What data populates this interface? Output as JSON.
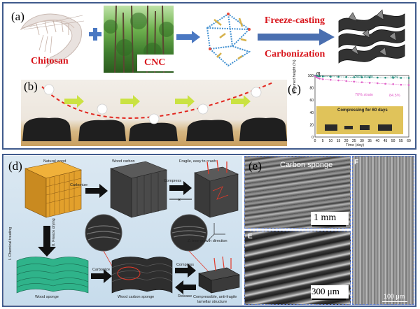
{
  "panels": {
    "a": {
      "tag": "(a)",
      "chitosan": "Chitosan",
      "cnc": "CNC",
      "freeze": "Freeze-casting",
      "carbon": "Carbonization"
    },
    "b": {
      "tag": "(b)"
    },
    "c_top": {
      "tag": "(c)",
      "sub": "(f)",
      "ylabel": "Retained height (%)",
      "xlabel": "Time (day)",
      "s50": "50% strain",
      "s70": "70% strain",
      "v50": "96%",
      "v70": "84.5%",
      "inset": "Compressing for 60 days"
    },
    "d": {
      "tag": "(d)",
      "natural": "Natural wood",
      "woodcarbon": "Wood carbon",
      "fragile": "Fragile, easy to crash",
      "carbonize1": "Carbonize",
      "compress1": "Compress",
      "step1": "I. Chemical treating",
      "step2": "II. Freeze drying",
      "carbonize2": "Carbonize",
      "compress2": "Compress",
      "release": "Release",
      "zdir": "Z: tree-growth direction",
      "sponge": "Wood sponge",
      "wcsponge": "Wood carbon sponge",
      "comp1": "Compressible, anti-fragile",
      "comp2": "lamellar structure"
    },
    "e": {
      "tag": "(e)",
      "title": "Carbon sponge",
      "scale1": "1 mm",
      "scale2": "300 μm",
      "scale3": "100 μm",
      "f": "F",
      "e": "E"
    }
  },
  "chart_data": {
    "type": "scatter",
    "title": "",
    "xlabel": "Time (day)",
    "ylabel": "Retained height (%)",
    "xlim": [
      0,
      60
    ],
    "ylim": [
      0,
      100
    ],
    "xticks": [
      0,
      5,
      10,
      15,
      20,
      25,
      30,
      35,
      40,
      45,
      50,
      55,
      60
    ],
    "yticks": [
      0,
      20,
      40,
      60,
      80,
      100
    ],
    "series": [
      {
        "name": "50% strain",
        "color": "#1b8a7a",
        "x": [
          0,
          1,
          2,
          3,
          5,
          10,
          15,
          20,
          25,
          30,
          35,
          40,
          45,
          50,
          55,
          60
        ],
        "y": [
          100,
          99.5,
          99,
          98.8,
          98.5,
          98,
          97.8,
          97.5,
          97.3,
          97,
          96.8,
          96.6,
          96.4,
          96.2,
          96.1,
          96
        ]
      },
      {
        "name": "70% strain",
        "color": "#e060c8",
        "x": [
          0,
          1,
          2,
          3,
          5,
          10,
          15,
          20,
          25,
          30,
          35,
          40,
          45,
          50,
          55,
          60
        ],
        "y": [
          99,
          97,
          96,
          95,
          94,
          93,
          92,
          91,
          90,
          89,
          88,
          87.5,
          86.5,
          86,
          85,
          84.5
        ]
      }
    ]
  }
}
